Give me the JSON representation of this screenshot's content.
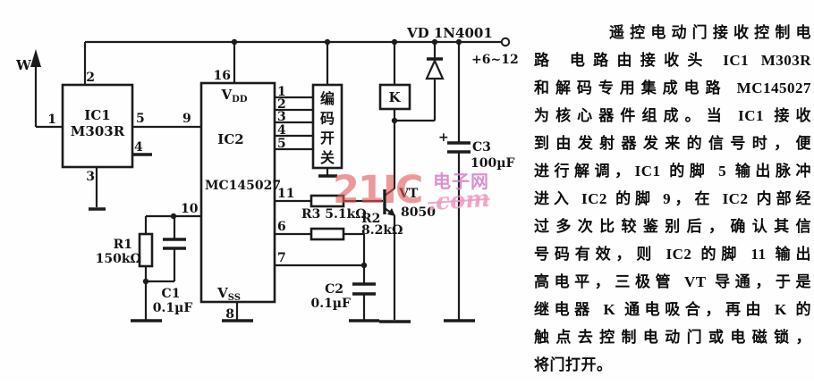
{
  "schematic": {
    "antenna_label": "W",
    "power": {
      "diode_label": "VD 1N4001",
      "supply_label": "+6~12",
      "relay_label": "K",
      "c3_plus": "+",
      "c3_name": "C3",
      "c3_value": "100µF"
    },
    "ic1": {
      "name": "IC1",
      "part": "M303R",
      "pin1": "1",
      "pin2": "2",
      "pin3": "3",
      "pin4": "4",
      "pin5": "5"
    },
    "link_pin9": "9",
    "ic2": {
      "name": "IC2",
      "part": "MC145027",
      "vdd_v": "V",
      "vdd_sub": "DD",
      "vss_v": "V",
      "vss_sub": "SS",
      "pin16": "16",
      "pin1": "1",
      "pin2": "2",
      "pin3": "3",
      "pin4": "4",
      "pin5": "5",
      "pin6": "6",
      "pin7": "7",
      "pin8": "8",
      "pin10": "10",
      "pin11": "11"
    },
    "encoder_switch": {
      "char1": "编",
      "char2": "码",
      "char3": "开",
      "char4": "关"
    },
    "r1": {
      "name": "R1",
      "value": "150kΩ"
    },
    "r3_label": "R3  5.1kΩ",
    "r2": {
      "name": "R2",
      "value": "8.2kΩ"
    },
    "c1": {
      "name": "C1",
      "value": "0.1µF"
    },
    "c2": {
      "name": "C2",
      "value": "0.1µF"
    },
    "vt": {
      "name": "VT",
      "part": "8050"
    }
  },
  "watermark": {
    "brand": "21IC",
    "site_cn": "电子网",
    "domain": ".com",
    "brand_color": "#e25a5a",
    "cn_color": "#d67ec6",
    "domain_color": "#ee98c0"
  },
  "article": {
    "title_line1": "遥控电动门接收控制电",
    "line2_title": "路",
    "line2_body": "电路由接收头 IC1 M303R",
    "lines": [
      "和解码专用集成电路 MC145027",
      "为核心器件组成。当 IC1 接收",
      "到由发射器发来的信号时，便",
      "进行解调，IC1 的脚 5 输出脉冲",
      "进入 IC2 的脚 9，在 IC2 内部经",
      "过多次比较鉴别后，确认其信",
      "号码有效，则 IC2 的脚 11 输出",
      "高电平，三极管 VT 导通，于是",
      "继电器 K 通电吸合，再由 K 的",
      "触点去控制电动门或电磁锁，",
      "将门打开。"
    ]
  }
}
